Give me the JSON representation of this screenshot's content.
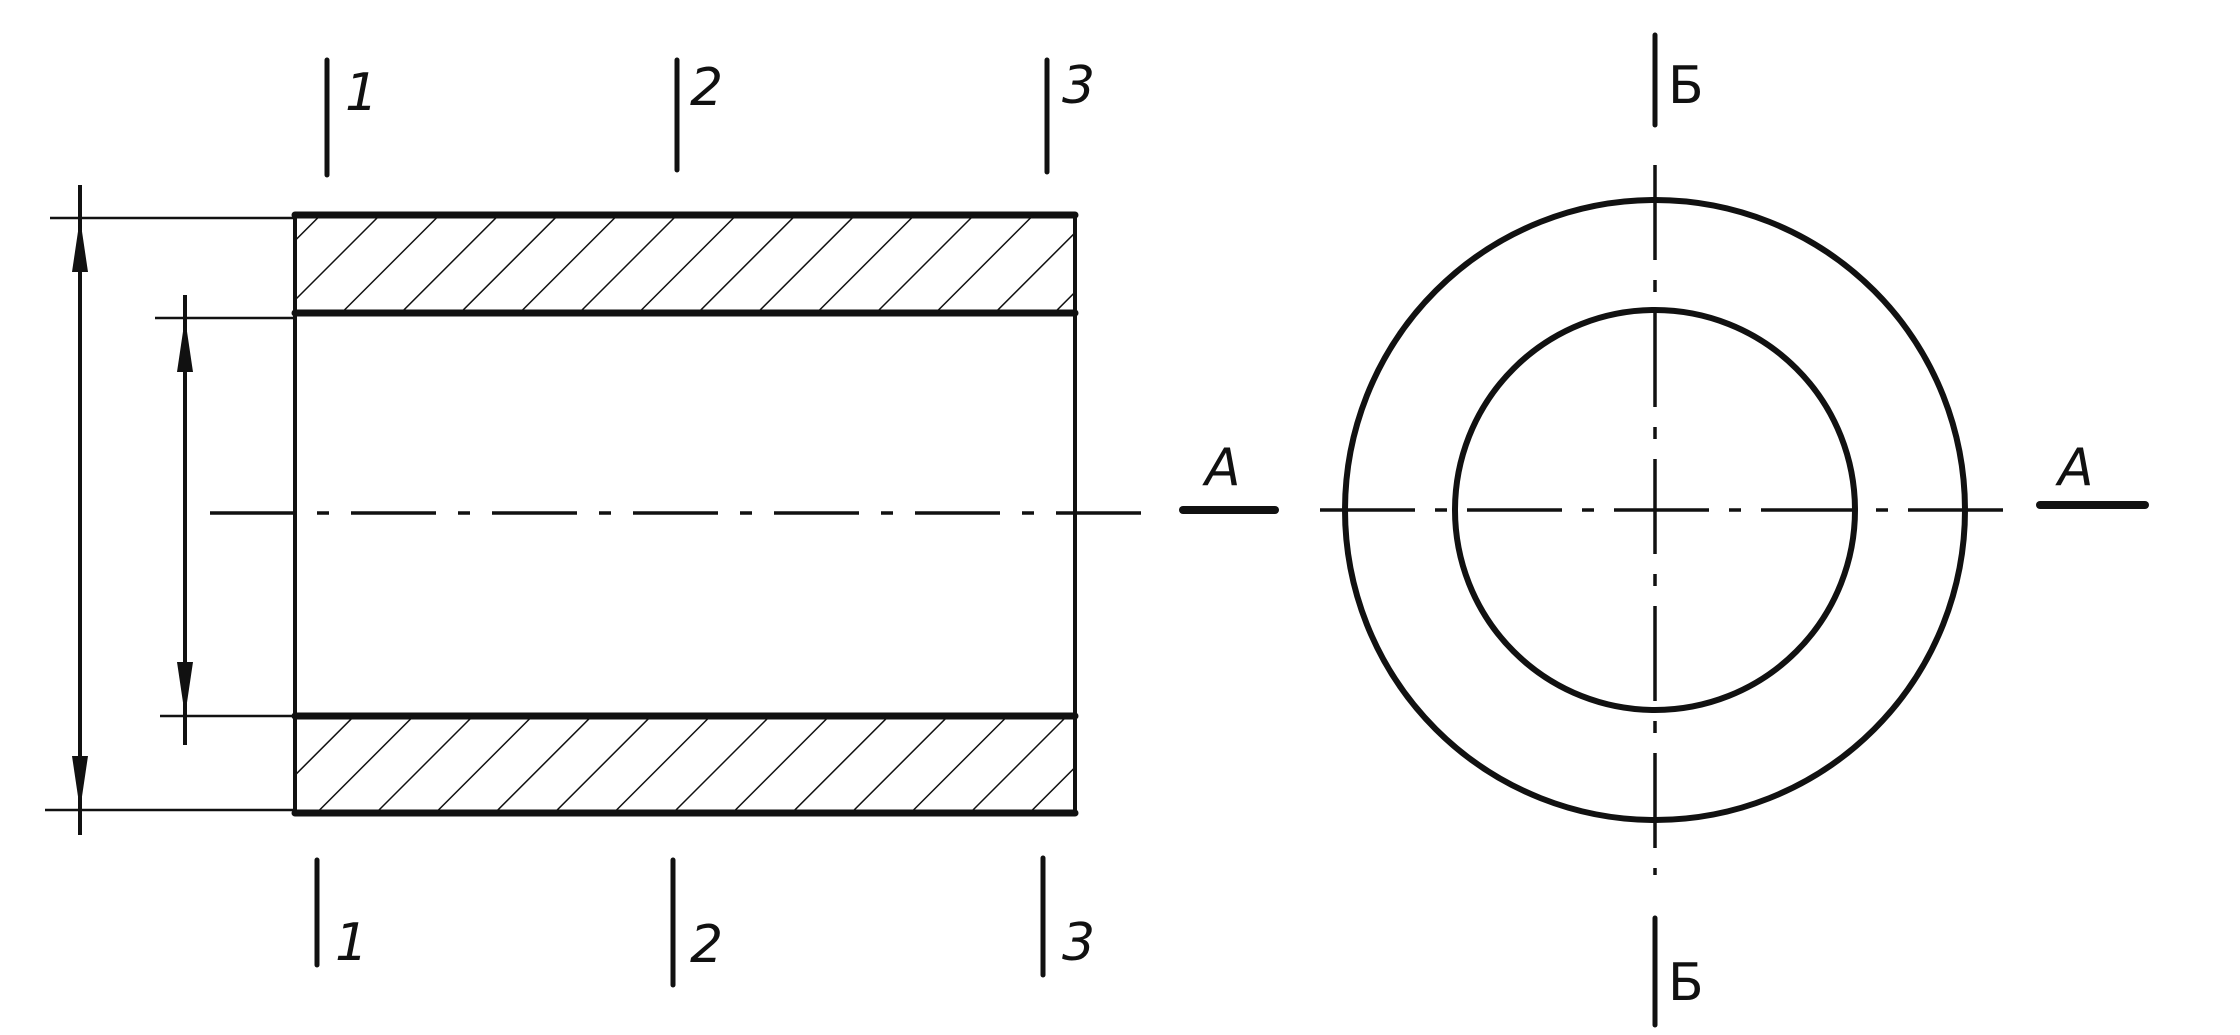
{
  "line_color": "#111111",
  "background_color": "#ffffff",
  "hatch_pattern": "diagonal",
  "section_labels": {
    "s1_top": "1",
    "s2_top": "2",
    "s3_top": "3",
    "s1_bottom": "1",
    "s2_bottom": "2",
    "s3_bottom": "3"
  },
  "axis_labels": {
    "a_left": "A",
    "a_right": "A",
    "b_top": "Б",
    "b_bottom": "Б"
  }
}
